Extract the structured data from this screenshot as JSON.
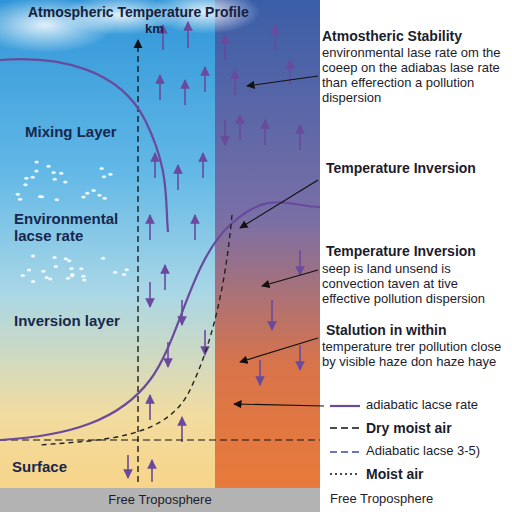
{
  "diagram": {
    "title": "Atmospheric Temperature Profile",
    "nodes": [
      {
        "text": [
          "Free Troposphere"
        ]
      }
    ],
    "labels": [
      "km",
      "Mixing Layer",
      "Environmental lacse rate",
      "Inversion layer",
      "Surface",
      "Atmostheric Stability",
      "environmental lase rate om the coeep on the adiabas lase rate than efferection a pollution dispersion",
      "Temperature Inversion",
      "Temperature Inversion",
      "seep is land unsend is convection taven at tive effective pollution dispersion",
      "Stalution in within",
      "temperature trer pollution close by visible haze don haze haye",
      "Free Troposphere"
    ],
    "legend": [
      {
        "text": "adiabatic lacse rate"
      },
      {
        "text": "Dry moist air"
      },
      {
        "text": "Adiabatic lacse 3-5)"
      },
      {
        "text": "Moist air"
      }
    ]
  }
}
